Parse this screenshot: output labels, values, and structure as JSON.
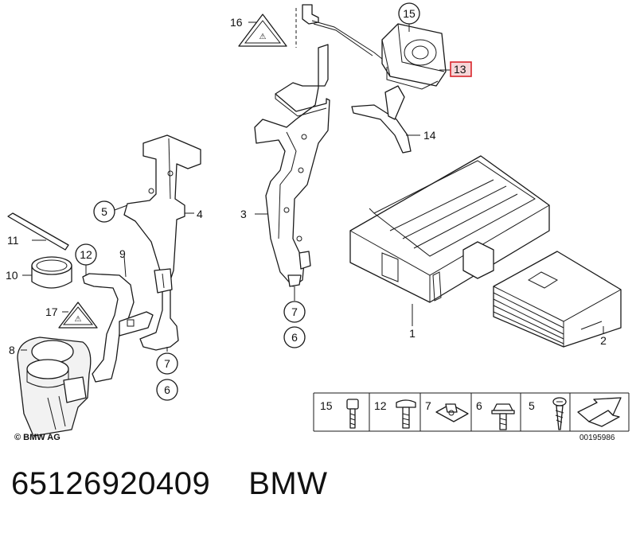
{
  "callouts": {
    "c1": "1",
    "c2": "2",
    "c3": "3",
    "c4": "4",
    "c5": "5",
    "c6a": "6",
    "c6b": "6",
    "c7a": "7",
    "c7b": "7",
    "c8": "8",
    "c9": "9",
    "c10": "10",
    "c11": "11",
    "c12": "12",
    "c13": "13",
    "c14": "14",
    "c15": "15",
    "c16": "16",
    "c17": "17"
  },
  "legend": {
    "items": [
      "15",
      "12",
      "7",
      "6",
      "5"
    ],
    "diagram_number": "00195986"
  },
  "copyright": "© BMW AG",
  "footer": {
    "part_number": "65126920409",
    "brand": "BMW"
  },
  "colors": {
    "highlight": "#d9242b",
    "highlight_fill": "#f6d6d8"
  }
}
